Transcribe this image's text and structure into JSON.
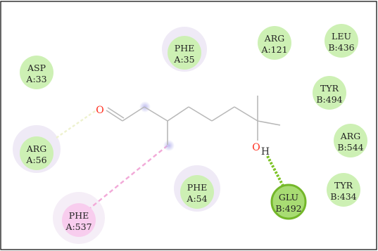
{
  "colors": {
    "frame": "#000000",
    "background": "#ffffff",
    "bond": "#b8b8b8",
    "oxygen": "#ff2a1a",
    "hydrogen": "#333333",
    "vdw_fill": "#cdf0b4",
    "vdw_halo": "#eaf7e0",
    "hbond_fill": "#a8dc73",
    "hbond_ring": "#74b72a",
    "pi_fill": "#f8cdee",
    "pi_halo": "#f5eef7",
    "halo_lavender": "#efeaf6",
    "atom_glow": "#b7b5ee",
    "hbond_line": "#7cc324",
    "pi_line": "#f2a9d8",
    "carbon_line": "#eef2cf"
  },
  "residues": [
    {
      "id": "asp33",
      "name": "ASP",
      "code": "A:33",
      "interaction": "vdw",
      "halo": false
    },
    {
      "id": "phe35",
      "name": "PHE",
      "code": "A:35",
      "interaction": "vdw",
      "halo": true
    },
    {
      "id": "arg121",
      "name": "ARG",
      "code": "A:121",
      "interaction": "vdw",
      "halo": false
    },
    {
      "id": "leu436",
      "name": "LEU",
      "code": "B:436",
      "interaction": "vdw",
      "halo": false
    },
    {
      "id": "tyr494",
      "name": "TYR",
      "code": "B:494",
      "interaction": "vdw",
      "halo": false
    },
    {
      "id": "arg56",
      "name": "ARG",
      "code": "A:56",
      "interaction": "vdw",
      "halo": true
    },
    {
      "id": "arg544",
      "name": "ARG",
      "code": "B:544",
      "interaction": "vdw",
      "halo": false
    },
    {
      "id": "phe54",
      "name": "PHE",
      "code": "A:54",
      "interaction": "vdw",
      "halo": true
    },
    {
      "id": "glu492",
      "name": "GLU",
      "code": "B:492",
      "interaction": "hbond",
      "halo": false
    },
    {
      "id": "tyr434",
      "name": "TYR",
      "code": "B:434",
      "interaction": "vdw",
      "halo": false
    },
    {
      "id": "phe537",
      "name": "PHE",
      "code": "A:537",
      "interaction": "pi",
      "halo": true
    }
  ],
  "atoms": {
    "aldehyde_o": "O",
    "hydroxyl_o": "O",
    "hydroxyl_h": "H"
  }
}
